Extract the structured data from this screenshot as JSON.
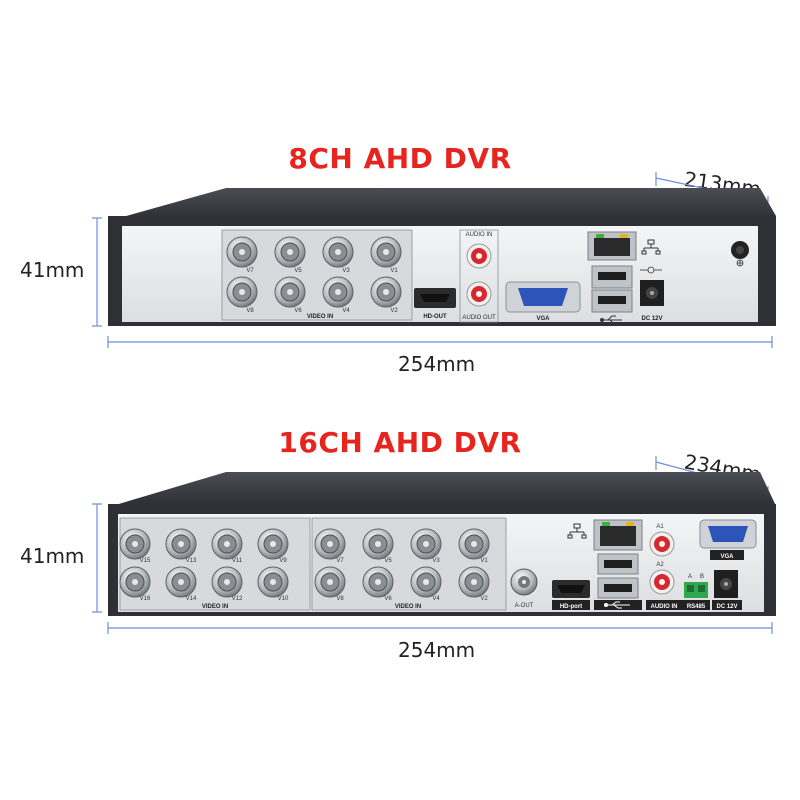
{
  "colors": {
    "title": "#e8241f",
    "dimension_line": "#6f8fd8",
    "chassis_top": "#3a3d42",
    "chassis_side": "#2c2e33",
    "panel": "#e9eaec"
  },
  "dvr8": {
    "title": "8CH AHD DVR",
    "height_dim": "41mm",
    "depth_dim": "213mm",
    "width_dim": "254mm",
    "video_in_label": "VIDEO IN",
    "channels_top": [
      "V7",
      "V5",
      "V3",
      "V1"
    ],
    "channels_bottom": [
      "V8",
      "V6",
      "V4",
      "V2"
    ],
    "hdmi_label": "HD-OUT",
    "audio_in_label": "AUDIO IN",
    "audio_out_label": "AUDIO OUT",
    "vga_label": "VGA",
    "power_label": "DC 12V",
    "usb_icon": "usb-icon",
    "network_icon": "network-icon"
  },
  "dvr16": {
    "title": "16CH AHD DVR",
    "height_dim": "41mm",
    "depth_dim": "234mm",
    "width_dim": "254mm",
    "video_in_label_left": "VIDEO IN",
    "video_in_label_right": "VIDEO IN",
    "channels_left_top": [
      "V15",
      "V13",
      "V11",
      "V9"
    ],
    "channels_left_bottom": [
      "V16",
      "V14",
      "V12",
      "V10"
    ],
    "channels_right_top": [
      "V7",
      "V5",
      "V3",
      "V1"
    ],
    "channels_right_bottom": [
      "V8",
      "V6",
      "V4",
      "V2"
    ],
    "aout_label": "A-OUT",
    "hdmi_label": "HD-port",
    "audio_in_label": "AUDIO IN",
    "a1_label": "A1",
    "a2_label": "A2",
    "vga_label": "VGA",
    "rs485_label": "RS485",
    "rs485_a": "A",
    "rs485_b": "B",
    "power_label": "DC 12V",
    "usb_icon": "usb-icon",
    "network_icon": "network-icon"
  }
}
